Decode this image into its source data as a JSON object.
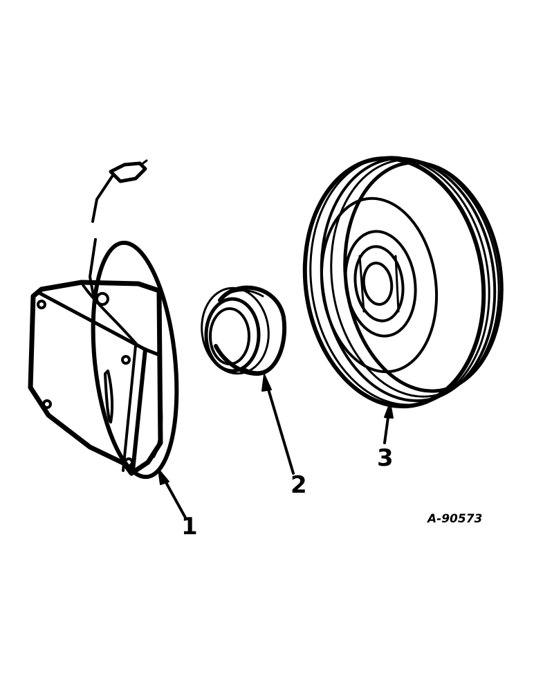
{
  "callouts": [
    {
      "number": "1",
      "part": "clutch-coil"
    },
    {
      "number": "2",
      "part": "clutch-hub"
    },
    {
      "number": "3",
      "part": "clutch-pulley"
    }
  ],
  "illustration_number": "A-90573"
}
